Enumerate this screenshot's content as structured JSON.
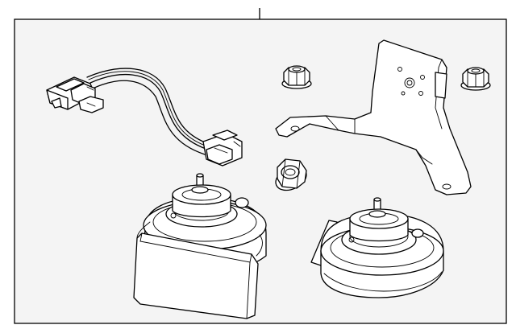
{
  "diagram": {
    "parts": [
      {
        "id": "wiring-harness",
        "icon": "connector-harness-icon"
      },
      {
        "id": "nut-left",
        "icon": "flange-nut-icon"
      },
      {
        "id": "nut-right",
        "icon": "flange-nut-icon"
      },
      {
        "id": "nut-lower",
        "icon": "flange-nut-icon"
      },
      {
        "id": "mounting-bracket",
        "icon": "bracket-icon"
      },
      {
        "id": "horn-left",
        "icon": "horn-icon"
      },
      {
        "id": "horn-right",
        "icon": "horn-icon"
      }
    ],
    "colors": {
      "line": "#000000",
      "background": "#ffffff",
      "panel": "#f4f4f4"
    }
  }
}
